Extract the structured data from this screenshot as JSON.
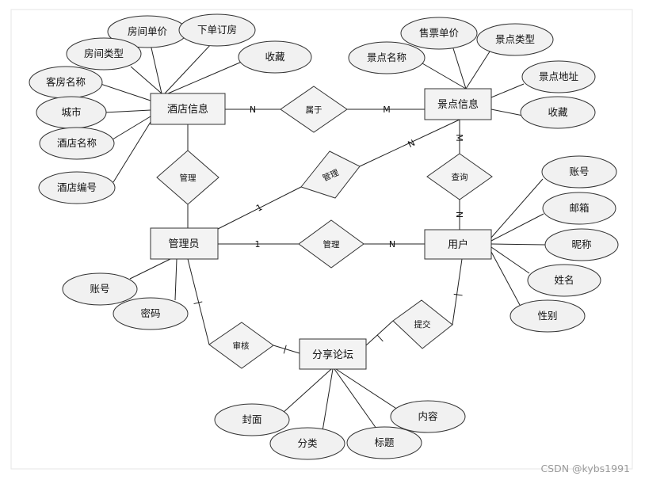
{
  "entities": {
    "hotel": "酒店信息",
    "scenic": "景点信息",
    "admin": "管理员",
    "user": "用户",
    "forum": "分享论坛"
  },
  "attributes": {
    "hotel": [
      "房间单价",
      "下单订房",
      "房间类型",
      "收藏",
      "客房名称",
      "城市",
      "酒店名称",
      "酒店编号"
    ],
    "scenic": [
      "售票单价",
      "景点名称",
      "景点类型",
      "景点地址",
      "收藏"
    ],
    "admin": [
      "账号",
      "密码"
    ],
    "user": [
      "账号",
      "邮箱",
      "昵称",
      "姓名",
      "性别"
    ],
    "forum": [
      "封面",
      "分类",
      "标题",
      "内容"
    ]
  },
  "relationships": {
    "belongs": "属于",
    "manage_hotel": "管理",
    "manage_scenic": "管理",
    "query": "查询",
    "manage_user": "管理",
    "review": "审核",
    "submit": "提交"
  },
  "cardinalities": {
    "hotel_belongs": "N",
    "scenic_belongs": "M",
    "scenic_manage": "N",
    "admin_manage_scenic": "1",
    "scenic_query": "M",
    "user_query": "N",
    "admin_manage_user": "1",
    "user_manage": "N",
    "admin_review": "|",
    "forum_review": "|",
    "forum_submit": "|",
    "user_submit": "|"
  },
  "watermark": "CSDN @kybs1991"
}
